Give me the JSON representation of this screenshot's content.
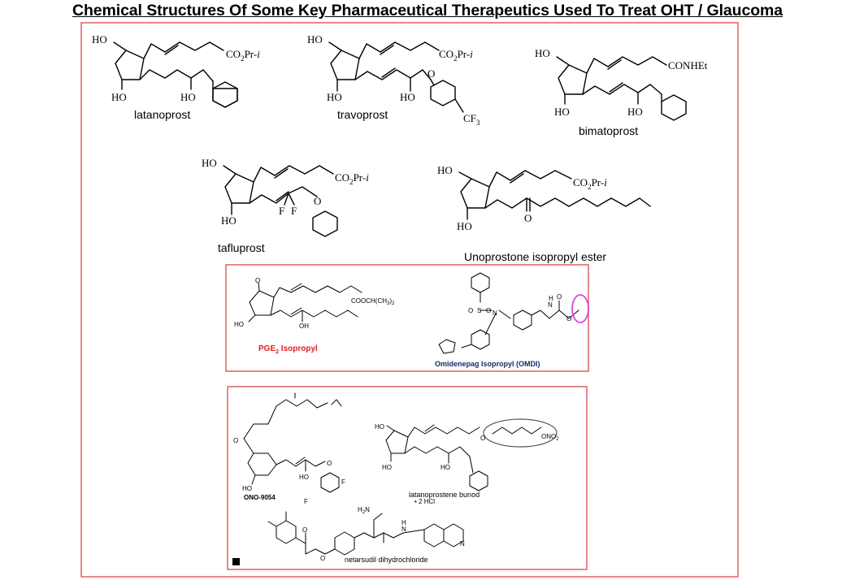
{
  "title": "Chemical Structures Of Some Key Pharmaceutical Therapeutics Used To Treat OHT / Glaucoma",
  "compounds": {
    "latanoprost": {
      "name": "latanoprost",
      "ho_top": "HO",
      "ho_bottom": "HO",
      "ho_mid": "HO",
      "ester": "CO",
      "ester_sub": "2",
      "ester_tail": "Pr-",
      "ester_i": "i"
    },
    "travoprost": {
      "name": "travoprost",
      "ho_top": "HO",
      "ho_bottom": "HO",
      "ho_mid": "HO",
      "oxygen": "O",
      "ester": "CO",
      "ester_sub": "2",
      "ester_tail": "Pr-",
      "ester_i": "i",
      "cf3": "CF",
      "cf3_sub": "3"
    },
    "bimatoprost": {
      "name": "bimatoprost",
      "ho_top": "HO",
      "ho_bottom": "HO",
      "ho_mid": "HO",
      "amide": "CONHEt"
    },
    "tafluprost": {
      "name": "tafluprost",
      "ho_top": "HO",
      "ho_bottom": "HO",
      "f1": "F",
      "f2": "F",
      "oxygen": "O",
      "ester": "CO",
      "ester_sub": "2",
      "ester_tail": "Pr-",
      "ester_i": "i"
    },
    "unoprostone": {
      "name": "Unoprostone isopropyl ester",
      "ho_top": "HO",
      "ho_bottom": "HO",
      "oxygen": "O",
      "ester": "CO",
      "ester_sub": "2",
      "ester_tail": "Pr-",
      "ester_i": "i"
    },
    "pge2": {
      "name": "PGE",
      "name_sub": "2",
      "name_tail": " Isopropyl",
      "oxo": "O",
      "ho_bottom": "HO",
      "ho_mid": "OH",
      "ester": "COOCH(CH",
      "ester_sub": "3",
      "ester_tail": ")",
      "ester_sub2": "2"
    },
    "omdi": {
      "name": "Omidenepag Isopropyl (OMDI)",
      "o1": "O",
      "s": "S",
      "o2": "O",
      "n1": "N",
      "nh": "N",
      "h": "H",
      "o3": "O",
      "o4": "O"
    },
    "ono9054": {
      "name": "ONO-9054",
      "ring_o": "O",
      "ho_bottom": "HO",
      "ho_mid": "HO",
      "o_ether": "O",
      "f1": "F",
      "f2": "F"
    },
    "latanoprostene": {
      "name": "latanoprostene bunod",
      "ho_top": "HO",
      "ho_bottom": "HO",
      "ho_mid": "HO",
      "o1": "O",
      "no2": "ONO",
      "no2_sub": "2"
    },
    "netarsudil": {
      "name": "netarsudil dihydrochloride",
      "h2n": "H",
      "h2n_sub": "2",
      "h2n_n": "N",
      "hcl": "• 2 HCl",
      "h": "H",
      "n": "N",
      "n_ring": "N",
      "o1": "O",
      "o2": "O"
    }
  },
  "colors": {
    "frame": "#e06060",
    "pge2_label": "#e02020",
    "omdi_label": "#1a2a6a",
    "highlight_circle": "#e040e0"
  }
}
